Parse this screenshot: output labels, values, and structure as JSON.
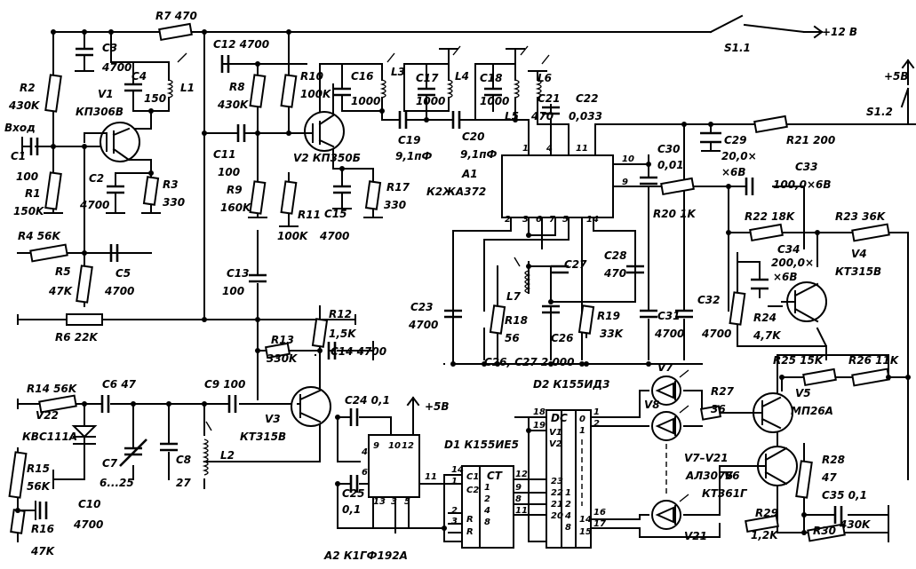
{
  "labels": [
    {
      "id": "r7",
      "t": "R7  470"
    },
    {
      "id": "s11",
      "t": "S1.1"
    },
    {
      "id": "p12",
      "t": "+12 B"
    },
    {
      "id": "p5a",
      "t": "+5B"
    },
    {
      "id": "s12",
      "t": "S1.2"
    },
    {
      "id": "c3",
      "t": "C3"
    },
    {
      "id": "c3v",
      "t": "4700"
    },
    {
      "id": "c4",
      "t": "C4"
    },
    {
      "id": "c4v",
      "t": "150"
    },
    {
      "id": "l1",
      "t": "L1"
    },
    {
      "id": "r2",
      "t": "R2"
    },
    {
      "id": "r2v",
      "t": "430K"
    },
    {
      "id": "v1",
      "t": "V1"
    },
    {
      "id": "v1t",
      "t": "КП306В"
    },
    {
      "id": "vhod",
      "t": "Вход"
    },
    {
      "id": "c1",
      "t": "C1"
    },
    {
      "id": "c1v",
      "t": "100"
    },
    {
      "id": "c2",
      "t": "C2"
    },
    {
      "id": "c2v",
      "t": "4700"
    },
    {
      "id": "r3",
      "t": "R3"
    },
    {
      "id": "r3v",
      "t": "330"
    },
    {
      "id": "r1",
      "t": "R1"
    },
    {
      "id": "r1v",
      "t": "150K"
    },
    {
      "id": "r4",
      "t": "R4  56K"
    },
    {
      "id": "r5",
      "t": "R5"
    },
    {
      "id": "r5v",
      "t": "47K"
    },
    {
      "id": "c5",
      "t": "C5"
    },
    {
      "id": "c5v",
      "t": "4700"
    },
    {
      "id": "r6",
      "t": "R6  22K"
    },
    {
      "id": "c12",
      "t": "C12  4700"
    },
    {
      "id": "r8",
      "t": "R8"
    },
    {
      "id": "r8v",
      "t": "430K"
    },
    {
      "id": "r10",
      "t": "R10"
    },
    {
      "id": "r10v",
      "t": "100K"
    },
    {
      "id": "c16",
      "t": "C16"
    },
    {
      "id": "c16v",
      "t": "1000"
    },
    {
      "id": "l3",
      "t": "L3"
    },
    {
      "id": "c17",
      "t": "C17"
    },
    {
      "id": "c17v",
      "t": "1000"
    },
    {
      "id": "l4",
      "t": "L4"
    },
    {
      "id": "c18",
      "t": "C18"
    },
    {
      "id": "c18v",
      "t": "1000"
    },
    {
      "id": "l5",
      "t": "L5"
    },
    {
      "id": "l6",
      "t": "L6"
    },
    {
      "id": "c21",
      "t": "C21"
    },
    {
      "id": "c21v",
      "t": "470"
    },
    {
      "id": "c22",
      "t": "C22"
    },
    {
      "id": "c22v",
      "t": "0,033"
    },
    {
      "id": "c11",
      "t": "C11"
    },
    {
      "id": "c11v",
      "t": "100"
    },
    {
      "id": "v2",
      "t": "V2  КП350Б"
    },
    {
      "id": "c19",
      "t": "C19"
    },
    {
      "id": "c19v",
      "t": "9,1пФ"
    },
    {
      "id": "c20",
      "t": "C20"
    },
    {
      "id": "c20v",
      "t": "9,1пФ"
    },
    {
      "id": "a1",
      "t": "A1"
    },
    {
      "id": "a1t",
      "t": "К2ЖА372"
    },
    {
      "id": "r9",
      "t": "R9"
    },
    {
      "id": "r9v",
      "t": "160K"
    },
    {
      "id": "r11",
      "t": "R11"
    },
    {
      "id": "r11v",
      "t": "100K"
    },
    {
      "id": "c15",
      "t": "C15"
    },
    {
      "id": "c15v",
      "t": "4700"
    },
    {
      "id": "r17",
      "t": "R17"
    },
    {
      "id": "r17v",
      "t": "330"
    },
    {
      "id": "c13",
      "t": "C13"
    },
    {
      "id": "c13v",
      "t": "100"
    },
    {
      "id": "c30",
      "t": "C30"
    },
    {
      "id": "c30v",
      "t": "0,01"
    },
    {
      "id": "c29",
      "t": "C29"
    },
    {
      "id": "c29v",
      "t": "20,0×"
    },
    {
      "id": "c29v2",
      "t": "×6B"
    },
    {
      "id": "r21",
      "t": "R21  200"
    },
    {
      "id": "c33",
      "t": "C33"
    },
    {
      "id": "c33v",
      "t": "100,0×6B"
    },
    {
      "id": "r20",
      "t": "R20  1K"
    },
    {
      "id": "r22",
      "t": "R22  18K"
    },
    {
      "id": "r23",
      "t": "R23  36K"
    },
    {
      "id": "c34",
      "t": "C34"
    },
    {
      "id": "c34v",
      "t": "200,0×"
    },
    {
      "id": "c34v2",
      "t": "×6B"
    },
    {
      "id": "v4",
      "t": "V4"
    },
    {
      "id": "v4t",
      "t": "КТ315В"
    },
    {
      "id": "c28",
      "t": "C28"
    },
    {
      "id": "c28v",
      "t": "470"
    },
    {
      "id": "c27",
      "t": "C27"
    },
    {
      "id": "l7",
      "t": "L7"
    },
    {
      "id": "c23",
      "t": "C23"
    },
    {
      "id": "c23v",
      "t": "4700"
    },
    {
      "id": "r18",
      "t": "R18"
    },
    {
      "id": "r18v",
      "t": "56"
    },
    {
      "id": "c26",
      "t": "C26"
    },
    {
      "id": "r19",
      "t": "R19"
    },
    {
      "id": "r19v",
      "t": "33K"
    },
    {
      "id": "c31",
      "t": "C31"
    },
    {
      "id": "c31v",
      "t": "4700"
    },
    {
      "id": "c32",
      "t": "C32"
    },
    {
      "id": "c32v",
      "t": "4700"
    },
    {
      "id": "r24",
      "t": "R24"
    },
    {
      "id": "r24v",
      "t": "4,7K"
    },
    {
      "id": "c2627",
      "t": "C26, C27  2 000"
    },
    {
      "id": "d2",
      "t": "D2  К155ИД3"
    },
    {
      "id": "r25",
      "t": "R25  15K"
    },
    {
      "id": "r26",
      "t": "R26  11K"
    },
    {
      "id": "v7",
      "t": "V7"
    },
    {
      "id": "v8",
      "t": "V8"
    },
    {
      "id": "r27",
      "t": "R27"
    },
    {
      "id": "r27v",
      "t": "36"
    },
    {
      "id": "v5",
      "t": "V5"
    },
    {
      "id": "v5t",
      "t": "МП26А"
    },
    {
      "id": "v721",
      "t": "V7–V21"
    },
    {
      "id": "al",
      "t": "АЛ307Б"
    },
    {
      "id": "v6",
      "t": "V6"
    },
    {
      "id": "v6t",
      "t": "КТ361Г"
    },
    {
      "id": "v21",
      "t": "V21"
    },
    {
      "id": "r28",
      "t": "R28"
    },
    {
      "id": "r28v",
      "t": "47"
    },
    {
      "id": "c35",
      "t": "C35  0,1"
    },
    {
      "id": "r29",
      "t": "R29"
    },
    {
      "id": "r29v",
      "t": "1,2K"
    },
    {
      "id": "r30",
      "t": "R30"
    },
    {
      "id": "r30v",
      "t": "430K"
    },
    {
      "id": "r13",
      "t": "R13"
    },
    {
      "id": "r13v",
      "t": "330K"
    },
    {
      "id": "r12",
      "t": "R12"
    },
    {
      "id": "r12v",
      "t": "1,5K"
    },
    {
      "id": "c14",
      "t": "C14  4700"
    },
    {
      "id": "c9",
      "t": "C9  100"
    },
    {
      "id": "v3",
      "t": "V3"
    },
    {
      "id": "v3t",
      "t": "КТ315В"
    },
    {
      "id": "r14",
      "t": "R14  56K"
    },
    {
      "id": "c6",
      "t": "C6  47"
    },
    {
      "id": "v22",
      "t": "V22"
    },
    {
      "id": "v22t",
      "t": "КВС111А"
    },
    {
      "id": "c7",
      "t": "C7"
    },
    {
      "id": "c7v",
      "t": "6...25"
    },
    {
      "id": "c8",
      "t": "C8"
    },
    {
      "id": "c8v",
      "t": "27"
    },
    {
      "id": "l2",
      "t": "L2"
    },
    {
      "id": "r15",
      "t": "R15"
    },
    {
      "id": "r15v",
      "t": "56K"
    },
    {
      "id": "c10",
      "t": "C10"
    },
    {
      "id": "c10v",
      "t": "4700"
    },
    {
      "id": "r16",
      "t": "R16"
    },
    {
      "id": "r16v",
      "t": "47K"
    },
    {
      "id": "c24",
      "t": "C24  0,1"
    },
    {
      "id": "p5b",
      "t": "+5B"
    },
    {
      "id": "c25",
      "t": "C25"
    },
    {
      "id": "c25v",
      "t": "0,1"
    },
    {
      "id": "a2",
      "t": "A2  К1ГФ192А"
    },
    {
      "id": "d1",
      "t": "D1  К155ИЕ5"
    },
    {
      "id": "ct",
      "t": "CT"
    },
    {
      "id": "dc",
      "t": "DC"
    }
  ],
  "pins": [
    {
      "id": "a1p1",
      "t": "1"
    },
    {
      "id": "a1p4",
      "t": "4"
    },
    {
      "id": "a1p11",
      "t": "11"
    },
    {
      "id": "a1p10",
      "t": "10"
    },
    {
      "id": "a1p9",
      "t": "9"
    },
    {
      "id": "a1p2",
      "t": "2"
    },
    {
      "id": "a1p3",
      "t": "3"
    },
    {
      "id": "a1p6",
      "t": "6"
    },
    {
      "id": "a1p7",
      "t": "7"
    },
    {
      "id": "a1p5",
      "t": "5"
    },
    {
      "id": "a1p14",
      "t": "14"
    },
    {
      "id": "a2p9",
      "t": "9"
    },
    {
      "id": "a2p10",
      "t": "10"
    },
    {
      "id": "a2p12",
      "t": "12"
    },
    {
      "id": "a2p4",
      "t": "4"
    },
    {
      "id": "a2p6",
      "t": "6"
    },
    {
      "id": "a2p11",
      "t": "11"
    },
    {
      "id": "a2p13",
      "t": "13"
    },
    {
      "id": "a2p3",
      "t": "3"
    },
    {
      "id": "a2p5",
      "t": "5"
    },
    {
      "id": "d1p14",
      "t": "14"
    },
    {
      "id": "d1p1",
      "t": "1"
    },
    {
      "id": "d1c1",
      "t": "C1"
    },
    {
      "id": "d1c2",
      "t": "C2"
    },
    {
      "id": "d1p2",
      "t": "2"
    },
    {
      "id": "d1p3",
      "t": "3"
    },
    {
      "id": "d1r1",
      "t": "R"
    },
    {
      "id": "d1r2",
      "t": "R"
    },
    {
      "id": "d1o12",
      "t": "12"
    },
    {
      "id": "d1o9",
      "t": "9"
    },
    {
      "id": "d1o8",
      "t": "8"
    },
    {
      "id": "d1o11",
      "t": "11"
    },
    {
      "id": "d1q1",
      "t": "1"
    },
    {
      "id": "d1q2",
      "t": "2"
    },
    {
      "id": "d1q4",
      "t": "4"
    },
    {
      "id": "d1q8",
      "t": "8"
    },
    {
      "id": "d2i23",
      "t": "23"
    },
    {
      "id": "d2i22",
      "t": "22"
    },
    {
      "id": "d2i21",
      "t": "21"
    },
    {
      "id": "d2i20",
      "t": "20"
    },
    {
      "id": "d2a1",
      "t": "1"
    },
    {
      "id": "d2a2",
      "t": "2"
    },
    {
      "id": "d2a4",
      "t": "4"
    },
    {
      "id": "d2a8",
      "t": "8"
    },
    {
      "id": "d2p18",
      "t": "18"
    },
    {
      "id": "d2p19",
      "t": "19"
    },
    {
      "id": "d2v1",
      "t": "V1"
    },
    {
      "id": "d2v2",
      "t": "V2"
    },
    {
      "id": "d2o0",
      "t": "0"
    },
    {
      "id": "d2o1",
      "t": "1"
    },
    {
      "id": "d2p1",
      "t": "1"
    },
    {
      "id": "d2p2",
      "t": "2"
    },
    {
      "id": "d2o14",
      "t": "14"
    },
    {
      "id": "d2o15",
      "t": "15"
    },
    {
      "id": "d2p16",
      "t": "16"
    },
    {
      "id": "d2p17",
      "t": "17"
    }
  ]
}
